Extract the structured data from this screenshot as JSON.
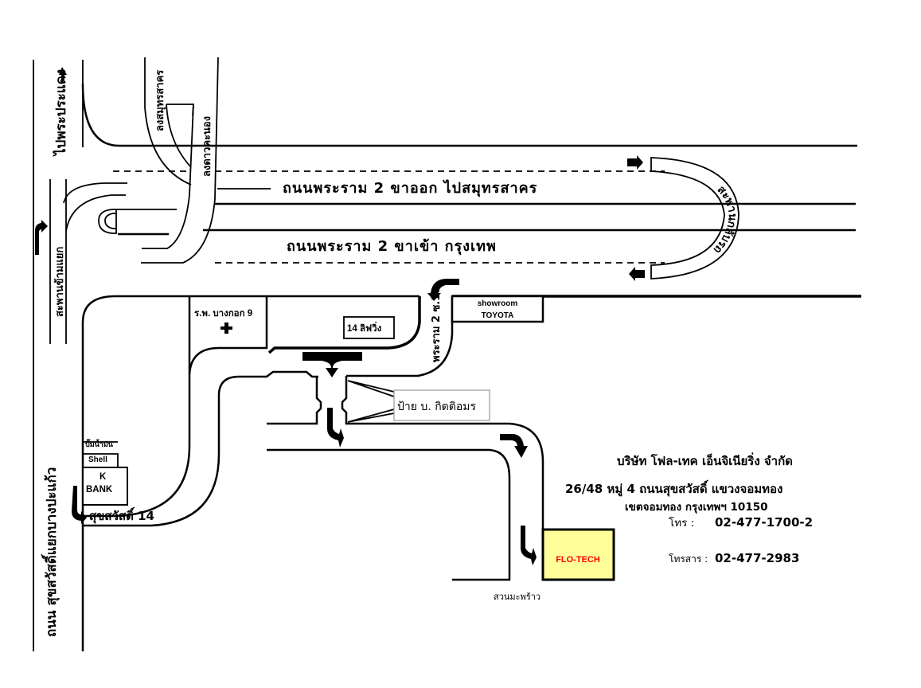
{
  "roads": {
    "rama2_outbound": "ถนนพระราม 2 ขาออก ไปสมุทรสาคร",
    "rama2_inbound": "ถนนพระราม 2 ขาเข้า กรุงเทพ",
    "to_phra_pradaeng": "ไปพระประแดง",
    "down_samut_sakhon": "ลงสมุทรสาคร",
    "down_dao_khanong": "ลงดาวคะนอง",
    "bridge_across": "สะพานข้ามแยก",
    "suksawat_road": "ถนน สุขสวัสดิ์แยกบางปะแก้ว",
    "uturn_bridge": "สะพานกลับรถ",
    "rama2_soi18": "พระราม 2 ซ.18",
    "suksawat14": "สุขสวัสดิ์ 14",
    "suan_maphrao": "สวนมะพร้าว"
  },
  "landmarks": {
    "hospital": "ร.พ. บางกอก 9",
    "hospital_icon": "cross-icon",
    "living14": "14 ลิฟวิ่ง",
    "showroom_line1": "showroom",
    "showroom_line2": "TOYOTA",
    "sign": "ป้าย บ. กิตติอมร",
    "gas_station": "ปั๊มน้ำมัน",
    "shell": "Shell",
    "kbank_line1": "K",
    "kbank_line2": "BANK",
    "flotech": "FLO-TECH"
  },
  "company": {
    "name": "บริษัท โฟล-เทค เอ็นจิเนียริ่ง จำกัด",
    "address_line1": "26/48 หมู่ 4 ถนนสุขสวัสดิ์ แขวงจอมทอง",
    "address_line2": "เขตจอมทอง  กรุงเทพฯ  10150",
    "phone_label": "โทร :",
    "phone": "02-477-1700-2",
    "fax_label": "โทรสาร :",
    "fax": "02-477-2983"
  },
  "colors": {
    "flotech_fill": "#ffff99",
    "flotech_text": "#ff0000"
  }
}
